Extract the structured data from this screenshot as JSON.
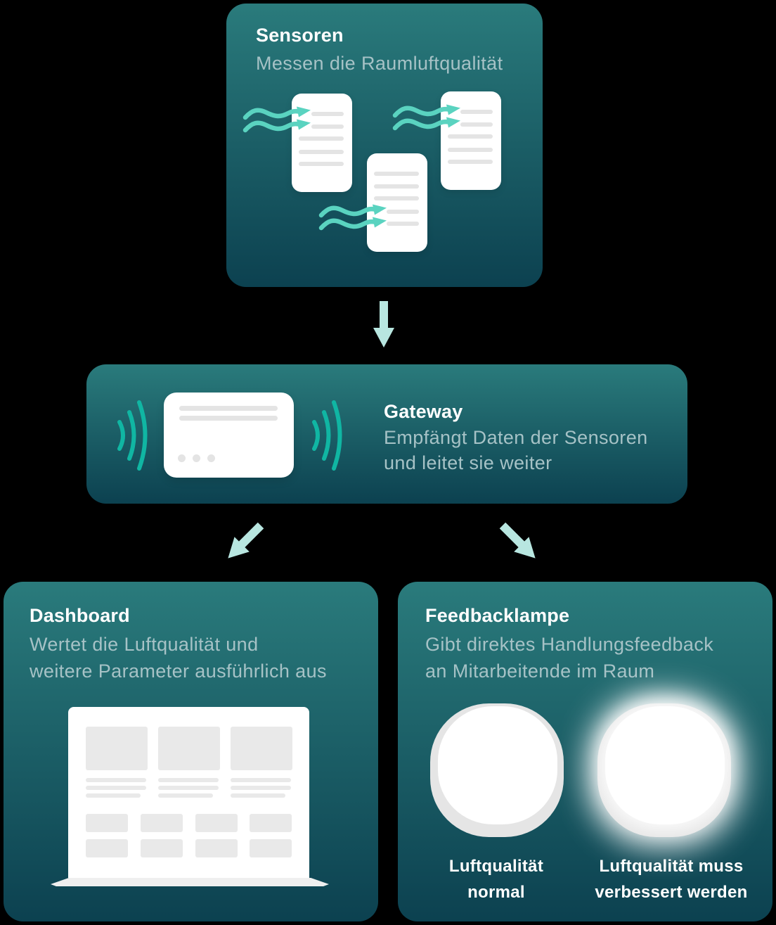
{
  "colors": {
    "page_bg": "#000000",
    "panel_top": "#2a7b7c",
    "panel_bottom": "#0c4150",
    "title_text": "#ffffff",
    "body_text": "#a6c2c6",
    "wave_mint": "#5ad3c0",
    "wifi_teal": "#10b6a3",
    "arrow_pale": "#b8e6e0",
    "card_line": "#e4e4e4",
    "screen_block": "#e9e9e9",
    "lamp_ring": "#e5e5e5"
  },
  "sensoren": {
    "title": "Sensoren",
    "subtitle": "Messen die Raumluftqualität"
  },
  "gateway": {
    "title": "Gateway",
    "subtitle_line1": "Empfängt Daten der Sensoren",
    "subtitle_line2": "und leitet sie weiter"
  },
  "dashboard": {
    "title": "Dashboard",
    "subtitle_line1": "Wertet die Luftqualität und",
    "subtitle_line2": "weitere Parameter ausführlich aus"
  },
  "feedbacklampe": {
    "title": "Feedbacklampe",
    "subtitle_line1": "Gibt direktes Handlungsfeedback",
    "subtitle_line2": "an Mitarbeitende im Raum",
    "lamp_normal": {
      "label_line1": "Luftqualität",
      "label_line2": "normal"
    },
    "lamp_alert": {
      "label_line1": "Luftqualität muss",
      "label_line2": "verbessert werden"
    }
  }
}
